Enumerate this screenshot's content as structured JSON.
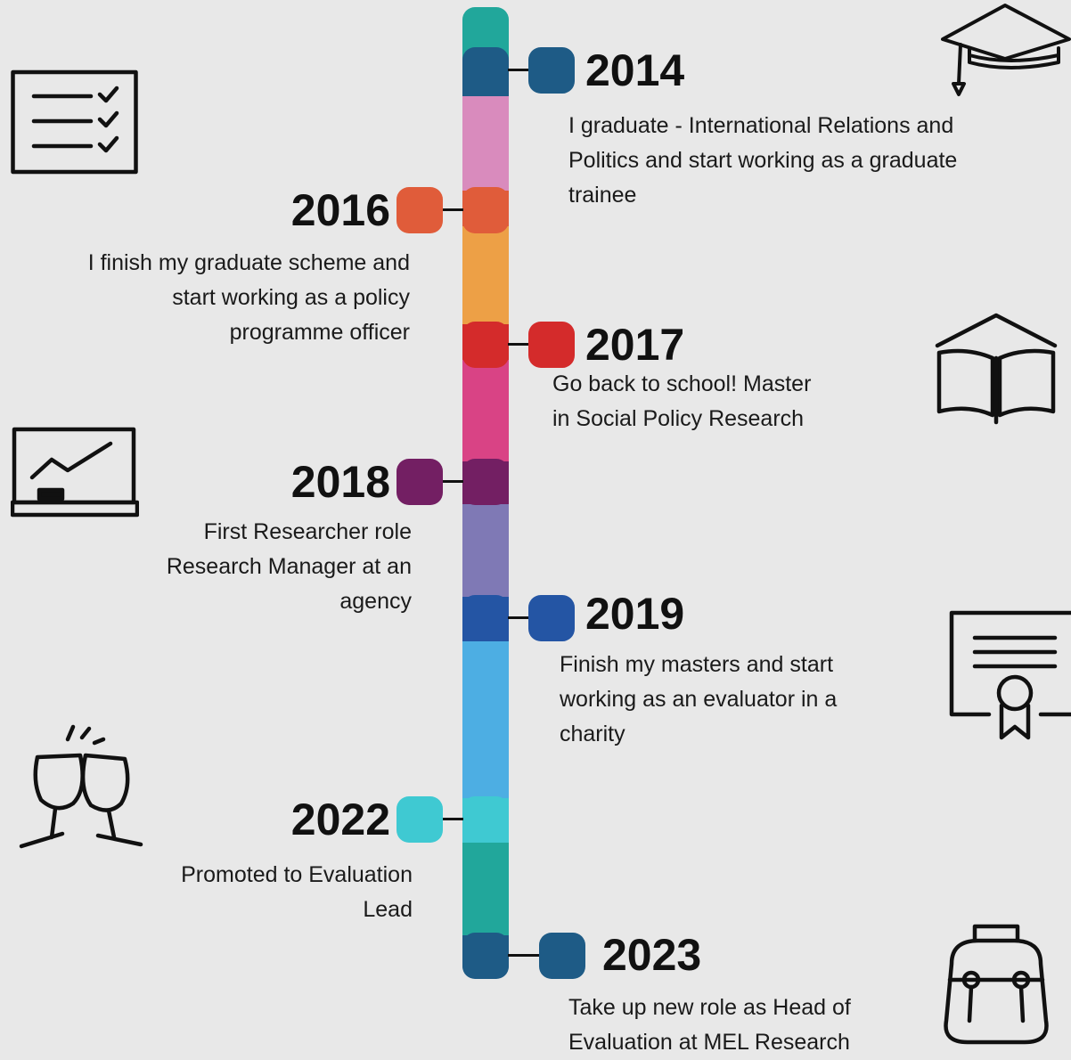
{
  "timeline": {
    "events": [
      {
        "year": "2014",
        "text": "I graduate - International Relations and Politics and start working as a graduate trainee",
        "color": "#1e5b86"
      },
      {
        "year": "2016",
        "text": "I finish my graduate scheme and start working as a policy programme officer",
        "color": "#e05c3a"
      },
      {
        "year": "2017",
        "text": "Go back to school! Master in Social Policy Research",
        "color": "#d42b2b"
      },
      {
        "year": "2018",
        "text": "First Researcher role Research Manager at an agency",
        "color": "#731f63"
      },
      {
        "year": "2019",
        "text": "Finish my masters and start working as an evaluator in a charity",
        "color": "#2455a4"
      },
      {
        "year": "2022",
        "text": "Promoted to Evaluation Lead",
        "color": "#3fc9d2"
      },
      {
        "year": "2023",
        "text": "Take up new role as Head of Evaluation at MEL Research",
        "color": "#1e5b86"
      }
    ]
  },
  "icons": {
    "checklist": "checklist-icon",
    "graduation_cap": "graduation-cap-icon",
    "book": "open-book-icon",
    "chart_board": "chart-board-icon",
    "certificate": "certificate-icon",
    "toast": "champagne-toast-icon",
    "backpack": "backpack-icon"
  },
  "bar_colors": [
    "#21a79b",
    "#1e5b86",
    "#d98bbd",
    "#e05c3a",
    "#eda046",
    "#d42b2b",
    "#d94385",
    "#731f63",
    "#7f79b5",
    "#2455a4",
    "#4daee3",
    "#3fc9d2",
    "#21a79b",
    "#1e5b86"
  ]
}
